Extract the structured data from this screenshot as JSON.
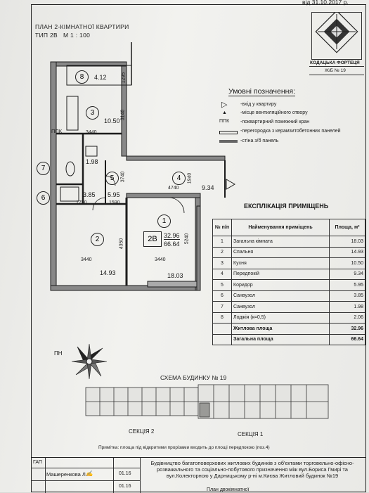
{
  "top_date": "від 31.10.2017 р.",
  "plan": {
    "title": "ПЛАН 2-КІМНАТНОЇ КВАРТИРИ",
    "type": "ТИП 2В",
    "scale": "М 1 : 100",
    "ppk_label": "ППК",
    "apt_badge": "2В",
    "living_area": "32.96",
    "total_area": "66.64"
  },
  "logo": {
    "name": "КОДАЦЬКА ФОРТЕЦЯ",
    "complex": "Ж/Б № 19"
  },
  "legend": {
    "title": "Умовні позначення:",
    "items": [
      {
        "symbol": "▷",
        "text": "-вхід у квартиру"
      },
      {
        "symbol": "▲",
        "text": "-місце вентиляційного отвору"
      },
      {
        "symbol": "ППК",
        "text": "-поквартирний пожежний кран"
      },
      {
        "symbol": "",
        "text": "-перегородка з керамзитобетонних панелей"
      },
      {
        "symbol": "",
        "text": "-стіна з/б панель"
      }
    ]
  },
  "rooms": [
    {
      "no": "1",
      "area": "18.03"
    },
    {
      "no": "2",
      "area": "14.93"
    },
    {
      "no": "3",
      "area": "10.50"
    },
    {
      "no": "4",
      "area": "9.34"
    },
    {
      "no": "5",
      "area": "5.95"
    },
    {
      "no": "6",
      "area": "3.85"
    },
    {
      "no": "7",
      "area": "1.98"
    },
    {
      "no": "8",
      "area": "4.12"
    }
  ],
  "dimensions": {
    "d3440a": "3440",
    "d3440b": "3440",
    "d3440c": "3440",
    "d4740": "4740",
    "d1750": "1750",
    "d1590": "1590",
    "d3140": "3140",
    "d3740": "3740",
    "d4350": "4350",
    "d5240": "5240",
    "d1940": "1940",
    "d1295": "1295"
  },
  "explication": {
    "title": "ЕКСПЛІКАЦІЯ ПРИМІЩЕНЬ",
    "headers": [
      "№ п/п",
      "Найменування приміщень",
      "Площа, м²"
    ],
    "rows": [
      [
        "1",
        "Загальна кімната",
        "18.03"
      ],
      [
        "2",
        "Спальня",
        "14.93"
      ],
      [
        "3",
        "Кухня",
        "10.50"
      ],
      [
        "4",
        "Передпокій",
        "9.34"
      ],
      [
        "5",
        "Коридор",
        "5.95"
      ],
      [
        "6",
        "Санвузол",
        "3.85"
      ],
      [
        "7",
        "Санвузол",
        "1.98"
      ],
      [
        "8",
        "Лоджія (к=0,5)",
        "2.06"
      ]
    ],
    "summary": [
      [
        "",
        "Житлова площа",
        "32.96"
      ],
      [
        "",
        "Загальна площа",
        "66.64"
      ]
    ]
  },
  "compass": {
    "label": "ПН"
  },
  "scheme": {
    "title": "СХЕМА БУДИНКУ № 19",
    "section2": "СЕКЦІЯ 2",
    "section1": "СЕКЦІЯ 1"
  },
  "note": "Примітка: площа під відкритими прорізами входить до площі передпокою (поз.4)",
  "stamp": {
    "label": "ГАП",
    "person": "Машеренкова Л.",
    "date1": "01.16",
    "date2": "01.16",
    "description": "Будівництво багатоповерхових житлових будинків з об'єктами торговельно-офісно-розважального та соціально-побутового призначення між вул.Бориса Гмирі та вул.Колекторною у Дарницькому р-ні м.Києва Житловий будинок №19",
    "bottom": "План двокімнатної"
  }
}
